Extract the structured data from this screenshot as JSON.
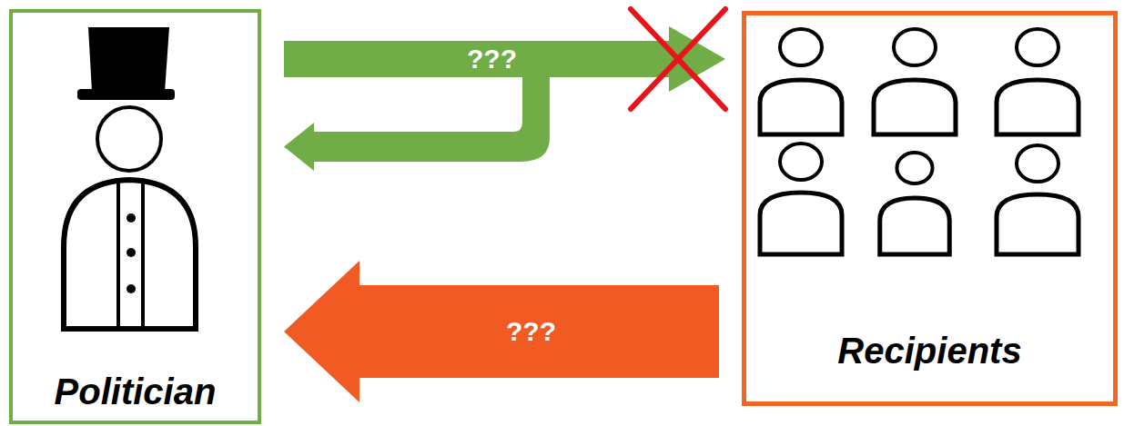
{
  "diagram": {
    "nodes": [
      {
        "text": [
          "Politician"
        ]
      },
      {
        "text": [
          "Recipients"
        ]
      }
    ],
    "edges": [
      {
        "from": 0,
        "to": 1,
        "arrow": "to",
        "label": "???"
      },
      {
        "from": 1,
        "to": 0,
        "arrow": "to",
        "label": "???"
      }
    ]
  }
}
